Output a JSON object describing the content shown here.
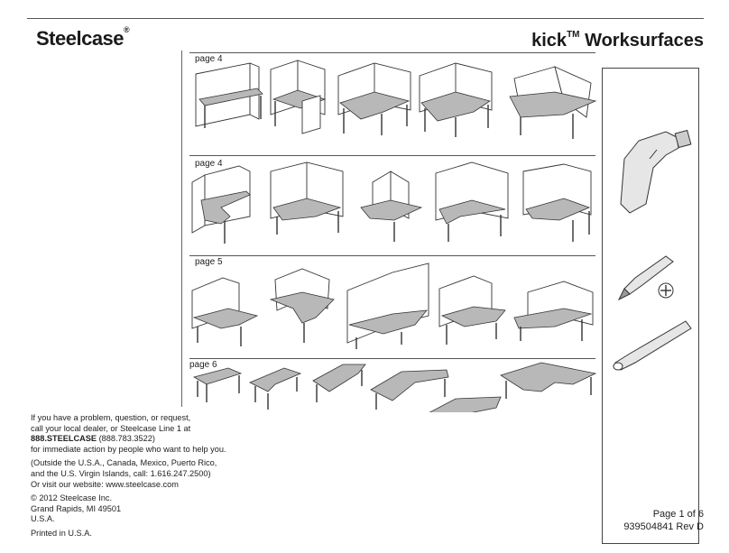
{
  "header": {
    "brand": "Steelcase",
    "brand_mark": "®",
    "product": "kick",
    "trademark": "TM",
    "product_suffix": " Worksurfaces"
  },
  "sections": [
    {
      "page_ref": "page 4"
    },
    {
      "page_ref": "page 4"
    },
    {
      "page_ref": "page 5"
    },
    {
      "page_ref": "page 6"
    }
  ],
  "contact": {
    "line1": "If you have a problem, question, or request,",
    "line2": "call your local dealer, or Steelcase Line 1 at",
    "phone_bold": "888.STEELCASE",
    "phone_num": " (888.783.3522)",
    "line4": "for immediate action by people who want to help you.",
    "outside1": "(Outside the U.S.A., Canada, Mexico, Puerto Rico,",
    "outside2": "and the U.S. Virgin Islands, call: 1.616.247.2500)",
    "website": "Or visit our website: www.steelcase.com",
    "copyright": "© 2012 Steelcase Inc.",
    "city": "Grand Rapids, MI 49501",
    "country": "U.S.A.",
    "printed": "Printed in U.S.A."
  },
  "footer": {
    "page": "Page 1 of 6",
    "doc_number": "939504841 Rev D"
  },
  "tools": [
    "drill-icon",
    "phillips-bit-icon",
    "bit-holder-icon"
  ]
}
